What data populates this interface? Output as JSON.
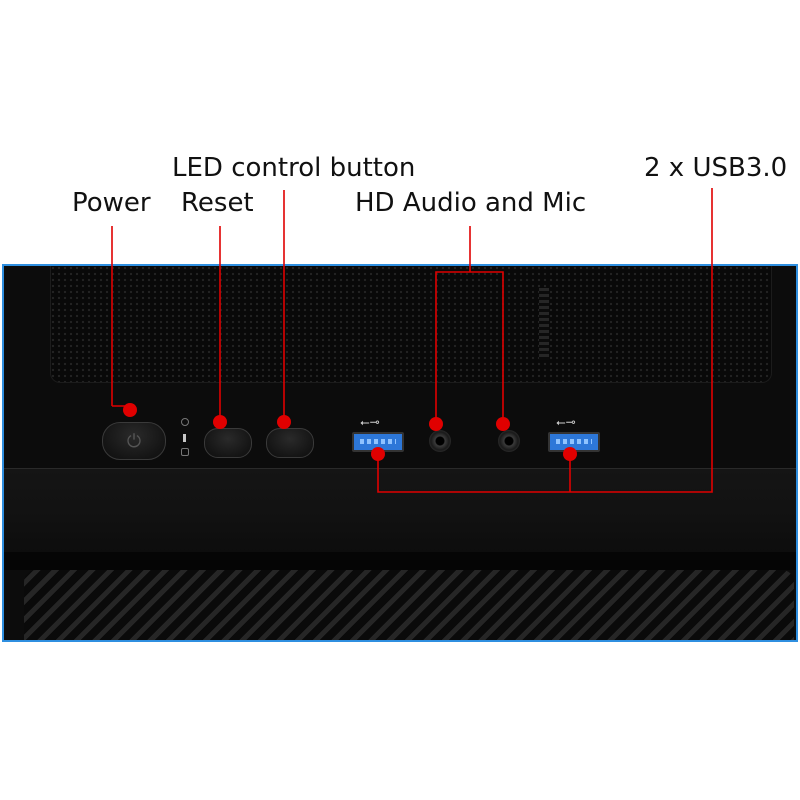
{
  "labels": {
    "led_control": "LED control button",
    "power": "Power",
    "reset": "Reset",
    "audio": "HD Audio and Mic",
    "usb": "2 x USB3.0"
  },
  "colors": {
    "callout": "#e00000",
    "frame": "#2f8fe0"
  }
}
